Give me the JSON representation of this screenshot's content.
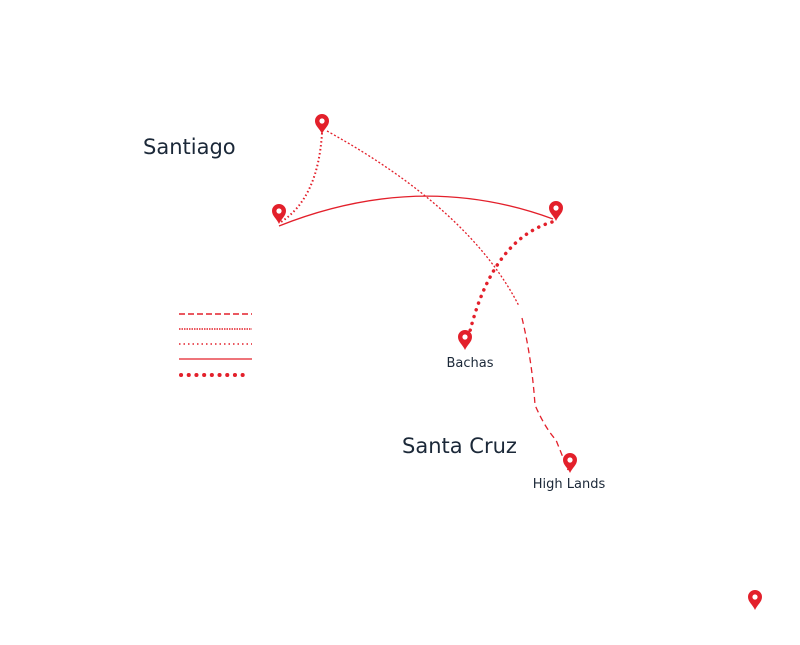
{
  "colors": {
    "route": "#e3202b",
    "text": "#1b2838"
  },
  "islands": [
    {
      "name": "Santiago"
    },
    {
      "name": "Santa Cruz"
    }
  ],
  "places": [
    {
      "name": "Bachas",
      "icon": "map-pin-icon"
    },
    {
      "name": "High Lands",
      "icon": "map-pin-icon"
    }
  ],
  "legend": {
    "styles": [
      "dashed",
      "fine-dotted",
      "dotted",
      "solid",
      "thick-dotted"
    ]
  }
}
